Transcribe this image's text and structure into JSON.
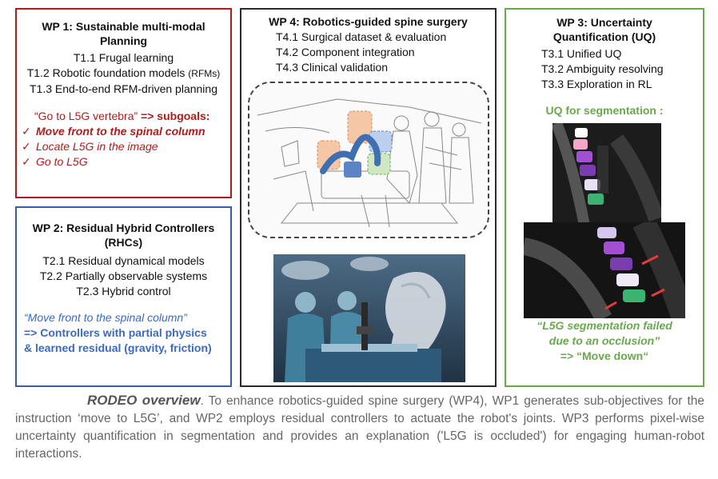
{
  "wp1": {
    "title": [
      "WP 1: Sustainable multi-modal",
      "Planning"
    ],
    "tasks": [
      "T1.1 Frugal learning",
      "T1.2 Robotic foundation models",
      "(RFMs)",
      "T1.3 End-to-end RFM-driven planning"
    ],
    "instruction": "“Go to L5G vertebra”",
    "arrow": "=> subgoals:",
    "subgoals": [
      "Move front to the spinal column",
      "Locate L5G in the image",
      "Go to L5G"
    ]
  },
  "wp2": {
    "title": [
      "WP 2: Residual Hybrid  Controllers",
      "(RHCs)"
    ],
    "tasks": [
      "T2.1 Residual dynamical models",
      "T2.2 Partially observable systems",
      "T2.3 Hybrid control"
    ],
    "quote": "“Move front to the spinal column”",
    "result": [
      "=> Controllers with partial physics",
      "& learned residual (gravity, friction)"
    ]
  },
  "wp4": {
    "title": "WP 4: Robotics-guided spine surgery",
    "tasks": [
      "T4.1 Surgical dataset & evaluation",
      "T4.2 Component  integration",
      "T4.3 Clinical validation"
    ]
  },
  "wp3": {
    "title": [
      "WP 3: Uncertainty",
      "Quantification (UQ)"
    ],
    "tasks": [
      "T3.1 Unified UQ",
      "T3.2 Ambiguity resolving",
      "T3.3 Exploration in RL"
    ],
    "seg_label": "UQ for segmentation :",
    "result": [
      "“L5G segmentation failed",
      "due to an occlusion”",
      "=> “Move down“"
    ]
  },
  "caption": {
    "heading": "RODEO overview",
    "text": ". To enhance robotics-guided spine surgery (WP4), WP1 generates sub-objectives for the instruction ‘move to L5G’, and WP2 employs residual controllers to actuate the robot's joints. WP3 performs pixel-wise uncertainty quantification in segmentation and provides an explanation ('L5G is occluded') for engaging human-robot interactions."
  },
  "colors": {
    "wp1": "#b01c1c",
    "wp2": "#3a5ea0",
    "wp3": "#69a84f",
    "wp4": "#2b2b2b"
  },
  "icons": {
    "check": "checkmark-icon"
  }
}
